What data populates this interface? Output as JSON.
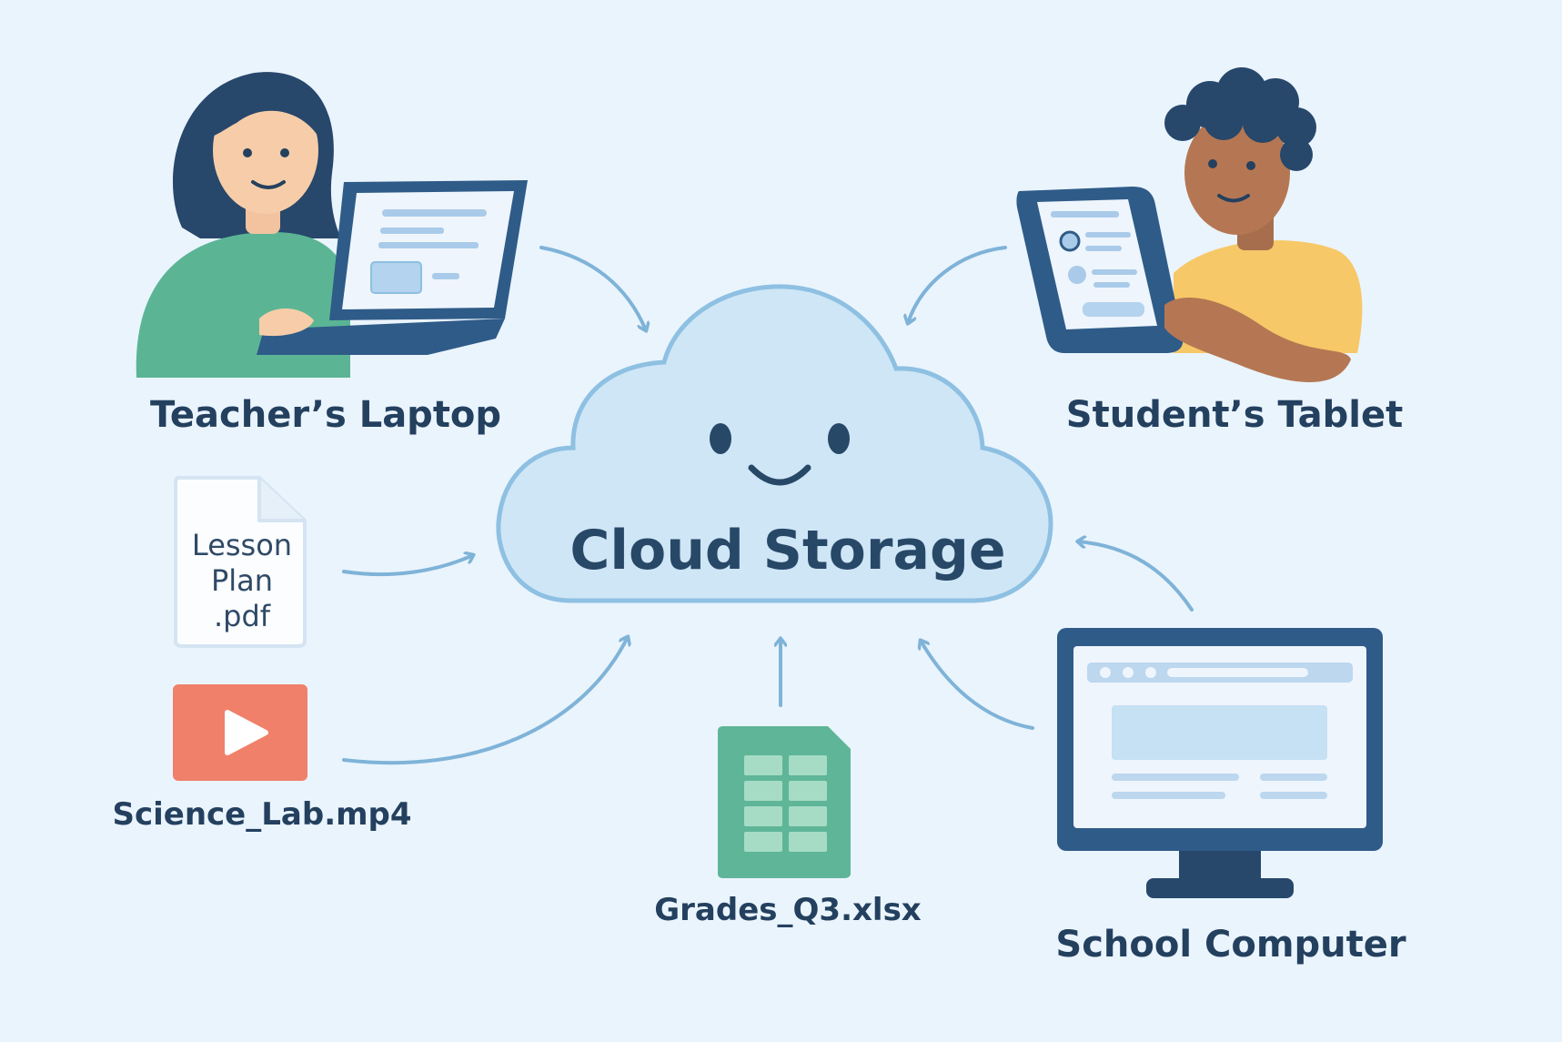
{
  "center": {
    "label": "Cloud Storage"
  },
  "nodes": {
    "teacher_laptop": "Teacher’s Laptop",
    "student_tablet": "Student’s Tablet",
    "school_computer": "School Computer"
  },
  "files": {
    "lesson_plan": {
      "line1": "Lesson",
      "line2": "Plan",
      "line3": ".pdf"
    },
    "science_lab": "Science_Lab.mp4",
    "grades": "Grades_Q3.xlsx"
  },
  "colors": {
    "background": "#eaf4fd",
    "cloud_fill": "#cfe6f6",
    "cloud_stroke": "#8ec0e2",
    "arrow": "#7fb3d8",
    "text": "#24405f",
    "device_frame": "#2f5b88",
    "teacher_shirt": "#5bb595",
    "student_shirt": "#f7c867",
    "video_icon": "#f0806a",
    "spreadsheet_icon": "#5fb598"
  }
}
